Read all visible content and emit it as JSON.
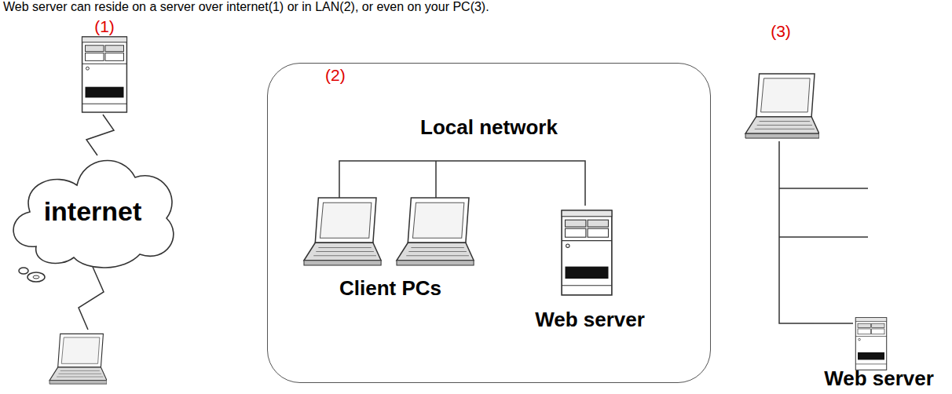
{
  "diagram": {
    "nodes": [
      {
        "text": [
          "(1)"
        ]
      },
      {
        "text": [
          "internet"
        ]
      },
      {
        "text": [
          "(2)",
          "Local network"
        ]
      },
      {
        "text": [
          "Client PCs"
        ],
        "in": 2
      },
      {
        "text": [
          "Web server"
        ],
        "in": 2
      },
      {
        "text": [
          "(3)"
        ]
      },
      {
        "text": [
          "Web server"
        ]
      }
    ],
    "edges": [
      {
        "from": 0,
        "to": 1,
        "arrow": "none"
      },
      {
        "from": 5,
        "to": 6,
        "arrow": "none"
      }
    ],
    "labels": [
      "Web server can reside on a server over internet(1) or in LAN(2), or even on your PC(3)."
    ]
  }
}
